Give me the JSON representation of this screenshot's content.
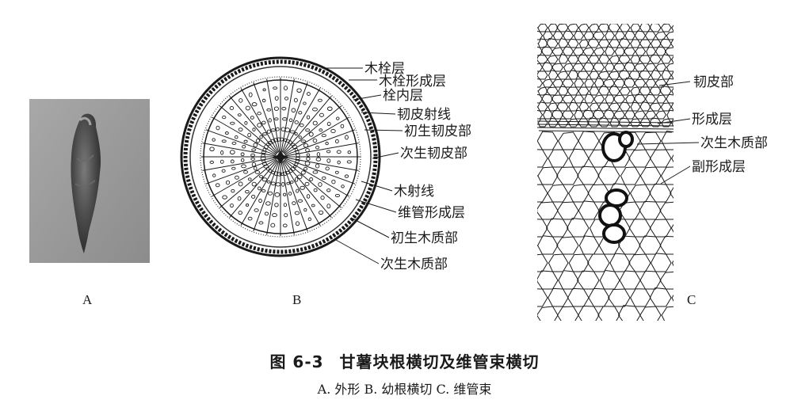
{
  "panels": {
    "a": "A",
    "b": "B",
    "c": "C"
  },
  "labels_b": [
    "木栓层",
    "木栓形成层",
    "栓内层",
    "韧皮射线",
    "初生韧皮部",
    "次生韧皮部",
    "木射线",
    "维管形成层",
    "初生木质部",
    "次生木质部"
  ],
  "labels_c": [
    "韧皮部",
    "形成层",
    "次生木质部",
    "副形成层"
  ],
  "caption": {
    "number": "图 6-3",
    "title": "甘薯块根横切及维管束横切",
    "subtitle": "A. 外形   B. 幼根横切   C. 维管束"
  },
  "colors": {
    "ink": "#1a1a1a",
    "photo_bg": "#9a9a9a",
    "paper": "#ffffff"
  }
}
